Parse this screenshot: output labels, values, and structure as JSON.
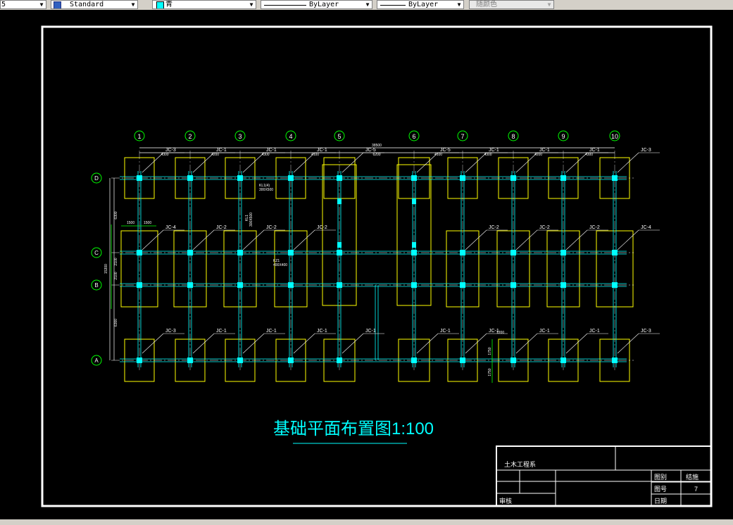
{
  "toolbar": {
    "left_value": "5",
    "text_style": "Standard",
    "color_name": "青",
    "linetype": "ByLayer",
    "lineweight": "ByLayer",
    "plot_style": "随颜色",
    "color_swatch": "#00ffff"
  },
  "drawing": {
    "title": "基础平面布置图1:100",
    "colors": {
      "axis": "#00ff00",
      "beam": "#00ffff",
      "footing": "#ffff00",
      "line": "#ffffff"
    },
    "axes_x": [
      "1",
      "2",
      "3",
      "4",
      "5",
      "6",
      "7",
      "8",
      "9",
      "10"
    ],
    "axes_y": [
      "D",
      "C",
      "B",
      "A"
    ],
    "top_dims": [
      "4300",
      "4200",
      "4300",
      "4100",
      "6200",
      "4100",
      "4300",
      "4200",
      "4300"
    ],
    "total_dim": "38500",
    "left_dims": [
      "6300",
      "2100",
      "2100",
      "6300"
    ],
    "total_left_dim": "15300",
    "footing_dim_top": "1500",
    "footing_dim_top2": "1500",
    "footing_dim_right": "1200",
    "footing_dim_side1": "1750",
    "footing_dim_side2": "1750",
    "top_labels": [
      "JC-3",
      "JC-1",
      "JC-1",
      "JC-1",
      "JC-5",
      "JC-5",
      "JC-1",
      "JC-1",
      "JC-1",
      "JC-3"
    ],
    "mid_labels": [
      "JC-4",
      "JC-2",
      "JC-2",
      "JC-2",
      "JC-2",
      "JC-2",
      "JC-2",
      "JC-4"
    ],
    "bottom_labels": [
      "JC-3",
      "JC-1",
      "JC-1",
      "JC-1",
      "JC-1",
      "JC-1",
      "JC-1",
      "JC-1",
      "JC-1",
      "JC-3"
    ],
    "beam_label": "KL1(4)",
    "beam_size": "300X500",
    "beam_label2": "KL1",
    "beam_size2": "300X500",
    "column_label": "KZ1",
    "column_size": "400X400"
  },
  "title_block": {
    "project": "土木工程系",
    "label_category": "图别",
    "value_category": "结施",
    "label_number": "图号",
    "value_number": "7",
    "label_review": "审核",
    "label_date": "日期"
  },
  "status": {
    "text": ""
  }
}
